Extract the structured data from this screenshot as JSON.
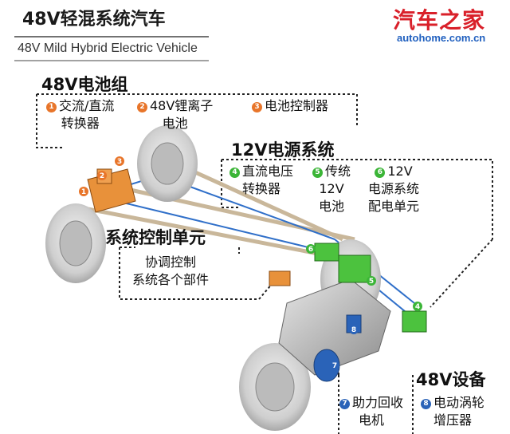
{
  "title": {
    "zh": "48V轻混系统汽车",
    "en": "48V Mild Hybrid Electric Vehicle"
  },
  "brand": {
    "name": "汽车之家",
    "url": "autohome.com.cn"
  },
  "battery_group": {
    "title": "48V电池组",
    "items": [
      {
        "num": "1",
        "line1": "交流/直流",
        "line2": "转换器"
      },
      {
        "num": "2",
        "line1": "48V锂离子",
        "line2": "电池"
      },
      {
        "num": "3",
        "line1": "电池控制器",
        "line2": ""
      }
    ]
  },
  "power_system": {
    "title": "12V电源系统",
    "items": [
      {
        "num": "4",
        "line1": "直流电压",
        "line2": "转换器",
        "line3": ""
      },
      {
        "num": "5",
        "line1": "传统",
        "line2": "12V",
        "line3": "电池"
      },
      {
        "num": "6",
        "line1": "12V",
        "line2": "电源系统",
        "line3": "配电单元"
      }
    ]
  },
  "control_unit": {
    "title": "系统控制单元",
    "line1": "协调控制",
    "line2": "系统各个部件"
  },
  "equipment": {
    "title": "48V设备",
    "items": [
      {
        "num": "7",
        "line1": "助力回收",
        "line2": "电机"
      },
      {
        "num": "8",
        "line1": "电动涡轮",
        "line2": "增压器"
      }
    ]
  },
  "colors": {
    "orange": "#e8752a",
    "green": "#3bb537",
    "blue": "#2a63b8",
    "brand_red": "#d9202a"
  }
}
